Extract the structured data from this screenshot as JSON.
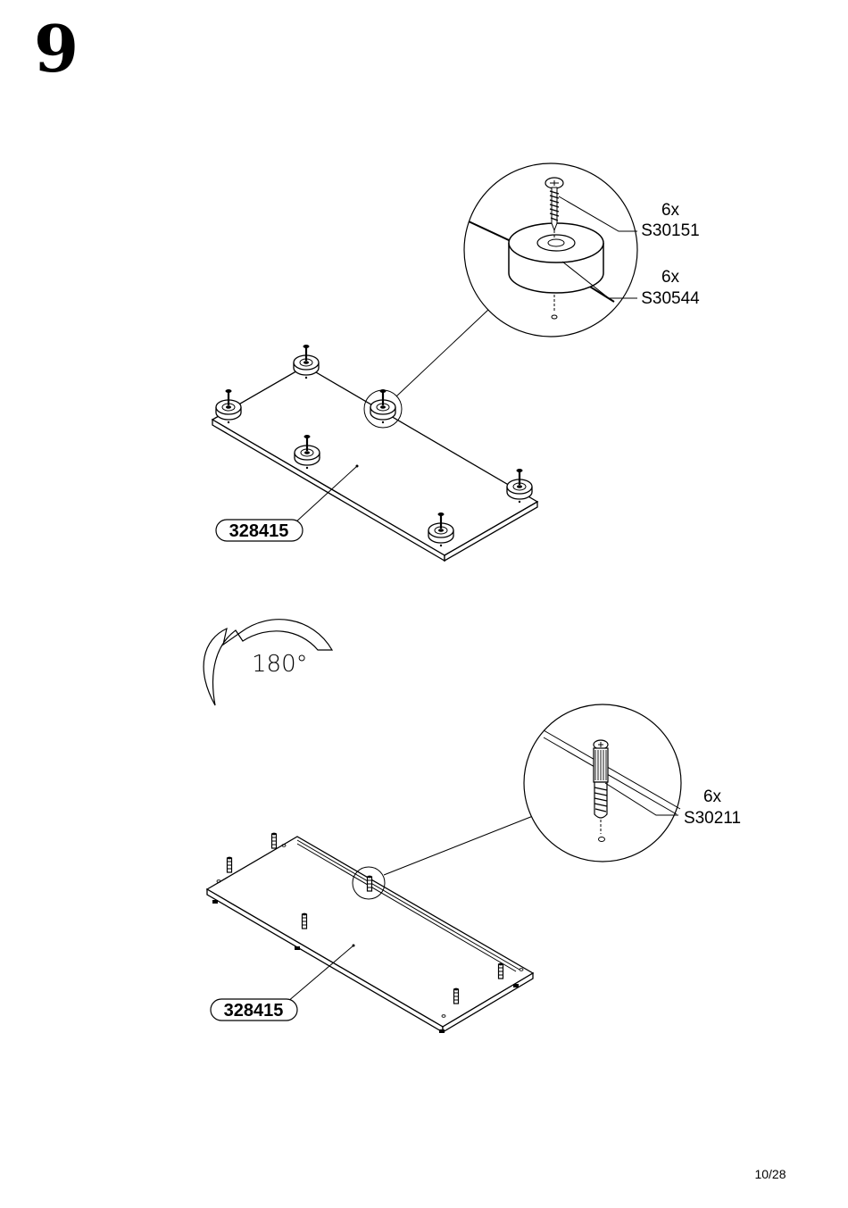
{
  "step": {
    "number": "9"
  },
  "top_assembly": {
    "detail_callouts": [
      {
        "qty": "6x",
        "code": "S30151"
      },
      {
        "qty": "6x",
        "code": "S30544"
      }
    ],
    "part_label": "328415"
  },
  "rotation": {
    "label": "180°"
  },
  "bottom_assembly": {
    "detail_callouts": [
      {
        "qty": "6x",
        "code": "S30211"
      }
    ],
    "part_label": "328415"
  },
  "footer": {
    "page": "10/28"
  },
  "colors": {
    "ink": "#000000",
    "paper": "#ffffff"
  }
}
